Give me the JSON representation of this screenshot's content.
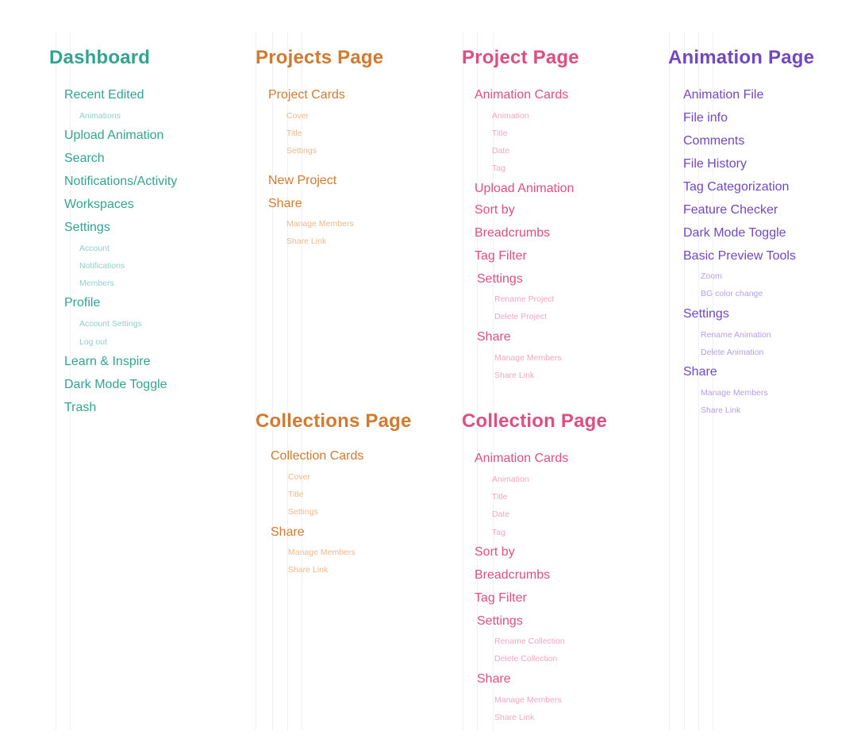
{
  "colors": {
    "dashboard": "#33a391",
    "projects": "#d27a2f",
    "project": "#dd4f80",
    "animation": "#7147c2"
  },
  "dashboard": {
    "title": "Dashboard",
    "items": [
      {
        "label": "Recent Edited",
        "children": [
          "Animations"
        ]
      },
      {
        "label": "Upload Animation"
      },
      {
        "label": "Search"
      },
      {
        "label": "Notifications/Activity"
      },
      {
        "label": "Workspaces"
      },
      {
        "label": "Settings",
        "children": [
          "Account",
          "Notifications",
          "Members"
        ]
      },
      {
        "label": "Profile",
        "children": [
          "Account Settings",
          "Log out"
        ]
      },
      {
        "label": "Learn & Inspire"
      },
      {
        "label": "Dark Mode Toggle"
      },
      {
        "label": "Trash"
      }
    ]
  },
  "projects_page": {
    "title": "Projects Page",
    "items": [
      {
        "label": "Project Cards",
        "children": [
          "Cover",
          "Title",
          "Settings"
        ]
      },
      {
        "label": "New Project"
      },
      {
        "label": "Share",
        "children": [
          "Manage Members",
          "Share Link"
        ]
      }
    ]
  },
  "project_page": {
    "title": "Project Page",
    "items": [
      {
        "label": "Animation Cards",
        "children": [
          "Animation",
          "Title",
          "Date",
          "Tag"
        ]
      },
      {
        "label": "Upload Animation"
      },
      {
        "label": "Sort by"
      },
      {
        "label": "Breadcrumbs"
      },
      {
        "label": "Tag Filter"
      },
      {
        "label": "Settings",
        "children": [
          "Rename Project",
          "Delete Project"
        ]
      },
      {
        "label": "Share",
        "children": [
          "Manage Members",
          "Share Link"
        ]
      }
    ]
  },
  "animation_page": {
    "title": "Animation Page",
    "items": [
      {
        "label": "Animation File"
      },
      {
        "label": "File info"
      },
      {
        "label": "Comments"
      },
      {
        "label": "File History"
      },
      {
        "label": "Tag Categorization"
      },
      {
        "label": "Feature Checker"
      },
      {
        "label": "Dark Mode Toggle"
      },
      {
        "label": "Basic Preview Tools",
        "children": [
          "Zoom",
          "BG color change"
        ]
      },
      {
        "label": "Settings",
        "children": [
          "Rename Animation",
          "Delete Animation"
        ]
      },
      {
        "label": "Share",
        "children": [
          "Manage Members",
          "Share Link"
        ]
      }
    ]
  },
  "collections_page": {
    "title": "Collections Page",
    "items": [
      {
        "label": "Collection Cards",
        "children": [
          "Cover",
          "Title",
          "Settings"
        ]
      },
      {
        "label": "Share",
        "children": [
          "Manage Members",
          "Share Link"
        ]
      }
    ]
  },
  "collection_page": {
    "title": "Collection Page",
    "items": [
      {
        "label": "Animation Cards",
        "children": [
          "Animation",
          "Title",
          "Date",
          "Tag"
        ]
      },
      {
        "label": "Sort by"
      },
      {
        "label": "Breadcrumbs"
      },
      {
        "label": "Tag Filter"
      },
      {
        "label": "Settings",
        "children": [
          "Rename Collection",
          "Delete Collection"
        ]
      },
      {
        "label": "Share",
        "children": [
          "Manage Members",
          "Share Link"
        ]
      }
    ]
  }
}
